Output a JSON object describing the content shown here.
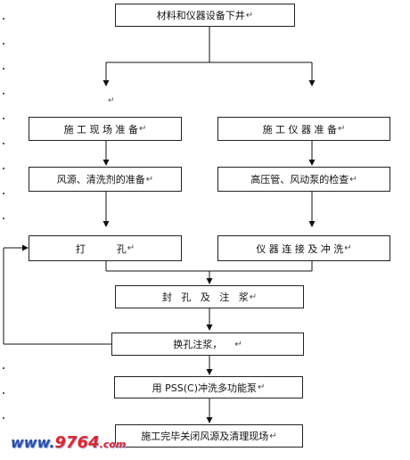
{
  "flowchart": {
    "steps": {
      "lower_equipment": "材料和仪器设备下井",
      "site_prep": "施 工 现 场 准 备",
      "instrument_prep": "施 工 仪 器 准 备",
      "wind_cleaner_prep": "风源、清洗剂的准备",
      "hose_pump_check": "高压管、风动泵的检查",
      "drill": "打          孔",
      "connect_flush": "仪 器 连 接 及 冲 洗",
      "seal_grout": "封   孔   及   注   浆",
      "change_hole": "换孔注浆，",
      "pss_flush": "用 PSS(C)冲洗多功能泵",
      "finish": "施工完毕关闭风源及清理现场"
    },
    "paragraph_mark": "↵"
  },
  "watermark": {
    "prefix": "www.",
    "number": "9764",
    "suffix": ".com"
  }
}
